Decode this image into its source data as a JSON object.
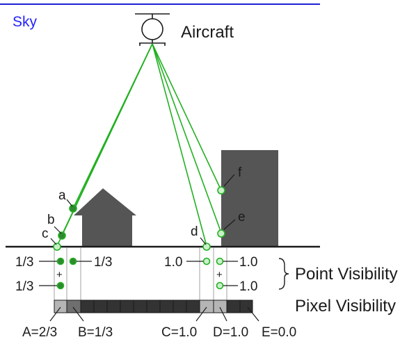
{
  "sky_label": "Sky",
  "aircraft_label": "Aircraft",
  "point_labels": {
    "a": "a",
    "b": "b",
    "c": "c",
    "d": "d",
    "e": "e",
    "f": "f"
  },
  "point_visibility_values": {
    "left_top_left": "1/3",
    "left_top_right": "1/3",
    "left_bottom": "1/3",
    "right_top_left": "1.0",
    "right_top_right": "1.0",
    "right_bottom": "1.0",
    "left_plus": "+",
    "right_plus": "+"
  },
  "point_visibility_label": "Point Visibility",
  "pixel_visibility_label": "Pixel Visibility",
  "pixel_labels": {
    "A": "A=2/3",
    "B": "B=1/3",
    "C": "C=1.0",
    "D": "D=1.0",
    "E": "E=0.0"
  },
  "colors": {
    "sky_line": "#1f1fd6",
    "sight_line": "#22b022",
    "building": "#555555",
    "point_fill": "#c9f0c9",
    "point_fill_dark": "#2f8a2f",
    "pixel_light": "#b5b5b5",
    "pixel_mid": "#6f6f6f",
    "pixel_dark": "#333333"
  }
}
